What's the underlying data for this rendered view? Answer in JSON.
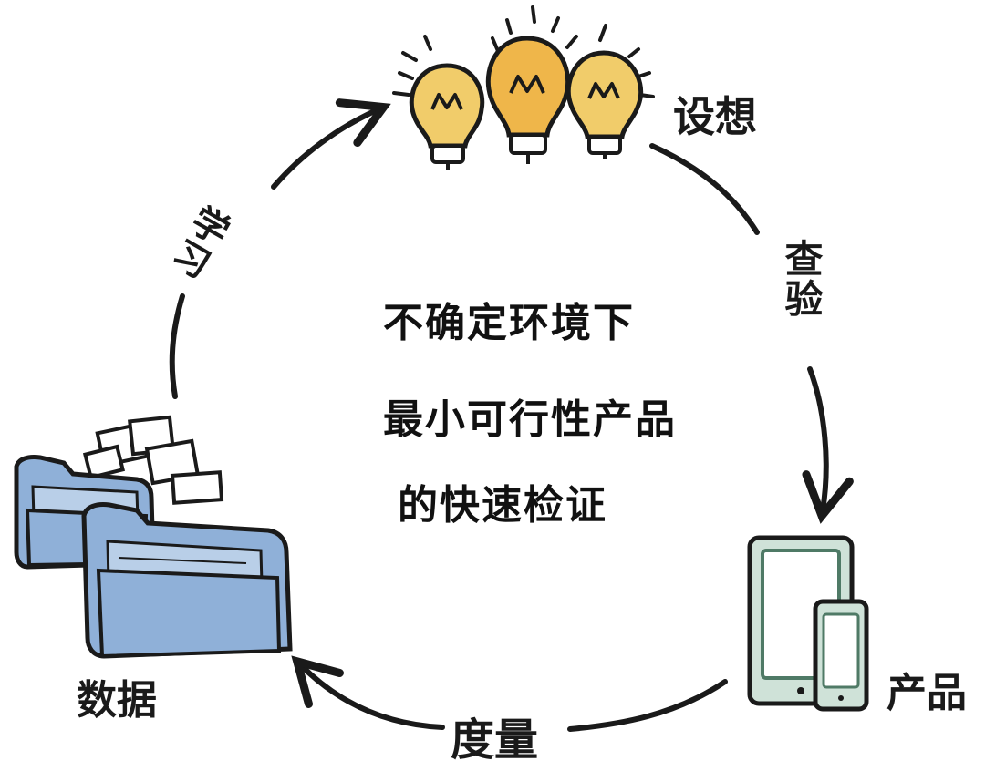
{
  "labels": {
    "idea": "设想",
    "learn": "学习",
    "check": "查验",
    "product": "产品",
    "measure": "度量",
    "data": "数据"
  },
  "center": {
    "line1": "不确定环境下",
    "line2": "最小可行性产品",
    "line3": "的快速检证"
  },
  "colors": {
    "bulb": "#f1cc6a",
    "bulb_center": "#efb64a",
    "folder": "#8fb0d8",
    "device": "#cfe2d8",
    "device_border": "#4f7a66",
    "ink": "#1a1a1a"
  },
  "icons": [
    "lightbulb-icon",
    "tablet-icon",
    "phone-icon",
    "folder-icon",
    "paper-icon",
    "arrow-icon"
  ]
}
